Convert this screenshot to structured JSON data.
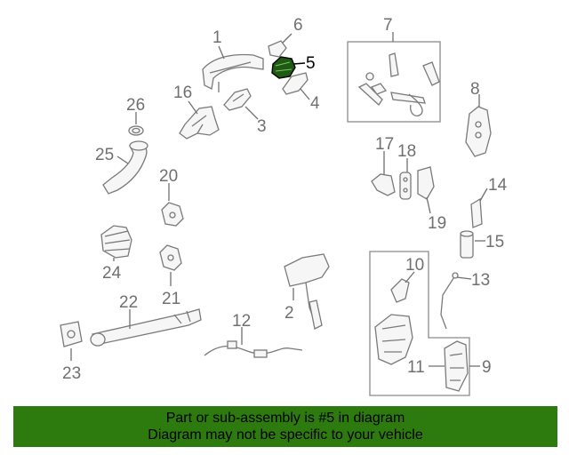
{
  "diagram": {
    "callouts": [
      "1",
      "2",
      "3",
      "4",
      "5",
      "6",
      "7",
      "8",
      "9",
      "10",
      "11",
      "12",
      "13",
      "14",
      "15",
      "16",
      "17",
      "18",
      "19",
      "20",
      "21",
      "22",
      "23",
      "24",
      "25",
      "26"
    ],
    "highlighted_callout": "5",
    "highlight_color": "#1f5a12",
    "accent_color": "#2d7a0e"
  },
  "banner": {
    "line1": "Part or sub-assembly is #5 in diagram",
    "line2": "Diagram may not be specific to your vehicle"
  }
}
